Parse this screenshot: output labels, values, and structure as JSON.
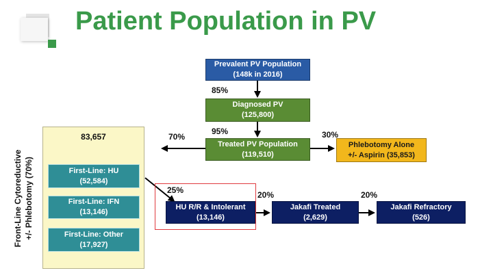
{
  "title": "Patient Population in PV",
  "flow": {
    "prevalent": {
      "line1": "Prevalent PV Population",
      "line2": "(148k in 2016)"
    },
    "diagnosed": {
      "line1": "Diagnosed PV",
      "line2": "(125,800)"
    },
    "treated": {
      "line1": "Treated PV Population",
      "line2": "(119,510)"
    },
    "phlebotomy": {
      "line1": "Phlebotomy Alone",
      "line2": "+/- Aspirin (35,853)"
    },
    "hu_intolerant": {
      "line1": "HU R/R & Intolerant",
      "line2": "(13,146)"
    },
    "jakafi_treated": {
      "line1": "Jakafi Treated",
      "line2": "(2,629)"
    },
    "jakafi_refractory": {
      "line1": "Jakafi Refractory",
      "line2": "(526)"
    }
  },
  "percentages": {
    "to_diagnosed": "85%",
    "to_treated": "95%",
    "to_phlebotomy": "30%",
    "to_frontline": "70%",
    "to_hu_intolerant": "25%",
    "to_jakafi_treated": "20%",
    "to_jakafi_refractory": "20%"
  },
  "frontline": {
    "total": "83,657",
    "side_label_line1": "Front-Line Cytoreductive",
    "side_label_line2": "+/- Phlebotomy (70%)",
    "hu": {
      "line1": "First-Line: HU",
      "line2": "(52,584)"
    },
    "ifn": {
      "line1": "First-Line: IFN",
      "line2": "(13,146)"
    },
    "other": {
      "line1": "First-Line: Other",
      "line2": "(17,927)"
    }
  },
  "colors": {
    "title_green": "#3a9a4a",
    "box_blue": "#2a5ba5",
    "box_green": "#5a8c34",
    "box_gold": "#f2b71c",
    "box_navy": "#0d1f63",
    "box_teal": "#2f8e96",
    "highlight_red": "#e0393e",
    "panel_yellow": "#fbf7c7"
  }
}
